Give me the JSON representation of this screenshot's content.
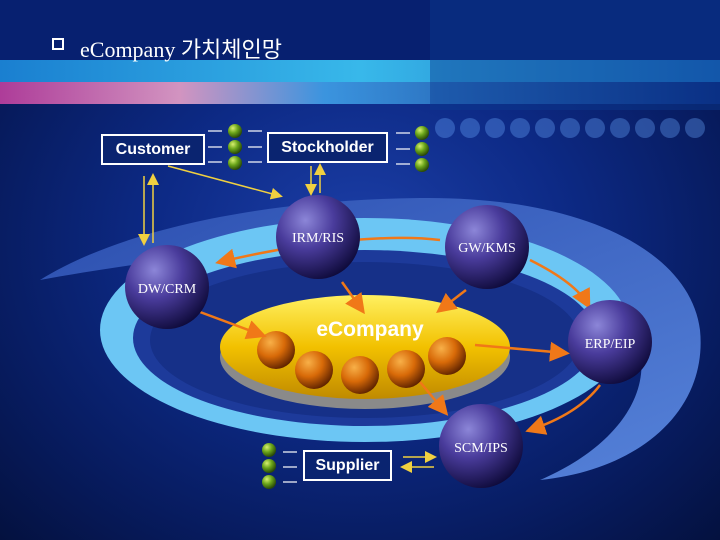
{
  "header": {
    "title": "eCompany 가치체인망"
  },
  "boxes": {
    "customer": "Customer",
    "stockholder": "Stockholder",
    "supplier": "Supplier"
  },
  "center": {
    "label": "eCompany"
  },
  "nodes": {
    "irm": "IRM/RIS",
    "gw": "GW/KMS",
    "dw": "DW/CRM",
    "erp": "ERP/EIP",
    "scm": "SCM/IPS"
  },
  "colors": {
    "background": "#0d2a86",
    "ring_outer": "#3d6fd0",
    "ring_inner": "#7fd4ff",
    "center": "#f2c100",
    "arrow": "#f07818",
    "ball_green": "#6aa51a",
    "ball_orange": "#d86a08"
  }
}
